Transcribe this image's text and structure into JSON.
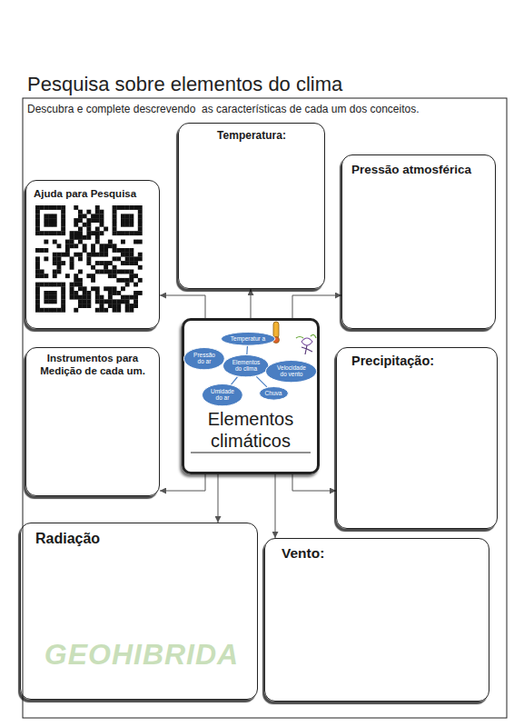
{
  "diagram": {
    "title": "Pesquisa sobre elementos do clima",
    "nodes": [
      {
        "text": [
          "Temperatura:"
        ]
      },
      {
        "text": [
          "Pressão atmosférica"
        ]
      },
      {
        "text": [
          "Ajuda para Pesquisa"
        ]
      },
      {
        "text": [
          "Elementos climáticos"
        ]
      },
      {
        "text": [
          "Temperatur a"
        ],
        "in": 3
      },
      {
        "text": [
          "Pressão do ar"
        ],
        "in": 3
      },
      {
        "text": [
          "Elementos do clima"
        ],
        "in": 3
      },
      {
        "text": [
          "Velocidade do vento"
        ],
        "in": 3
      },
      {
        "text": [
          "Umidade do ar"
        ],
        "in": 3
      },
      {
        "text": [
          "Chuva"
        ],
        "in": 3
      },
      {
        "text": [
          "Instrumentos para Medição de cada um."
        ]
      },
      {
        "text": [
          "Precipitação:"
        ]
      },
      {
        "text": [
          "Radiação"
        ]
      },
      {
        "text": [
          "Vento:"
        ]
      }
    ],
    "edges": [
      {
        "from": 3,
        "to": 0,
        "arrow": "to"
      },
      {
        "from": 3,
        "to": 2,
        "arrow": "to"
      },
      {
        "from": 3,
        "to": 1,
        "arrow": "to"
      },
      {
        "from": 3,
        "to": 10,
        "arrow": "to"
      },
      {
        "from": 3,
        "to": 11,
        "arrow": "to"
      },
      {
        "from": 3,
        "to": 12,
        "arrow": "to"
      },
      {
        "from": 3,
        "to": 13,
        "arrow": "to"
      },
      {
        "from": 6,
        "to": 4,
        "arrow": "none"
      },
      {
        "from": 6,
        "to": 5,
        "arrow": "none"
      },
      {
        "from": 6,
        "to": 7,
        "arrow": "none"
      },
      {
        "from": 6,
        "to": 8,
        "arrow": "none"
      },
      {
        "from": 6,
        "to": 9,
        "arrow": "none"
      }
    ],
    "labels": [
      "Descubra e complete descrevendo  as características de cada um dos conceitos.",
      "GEOHIBRIDA"
    ]
  }
}
